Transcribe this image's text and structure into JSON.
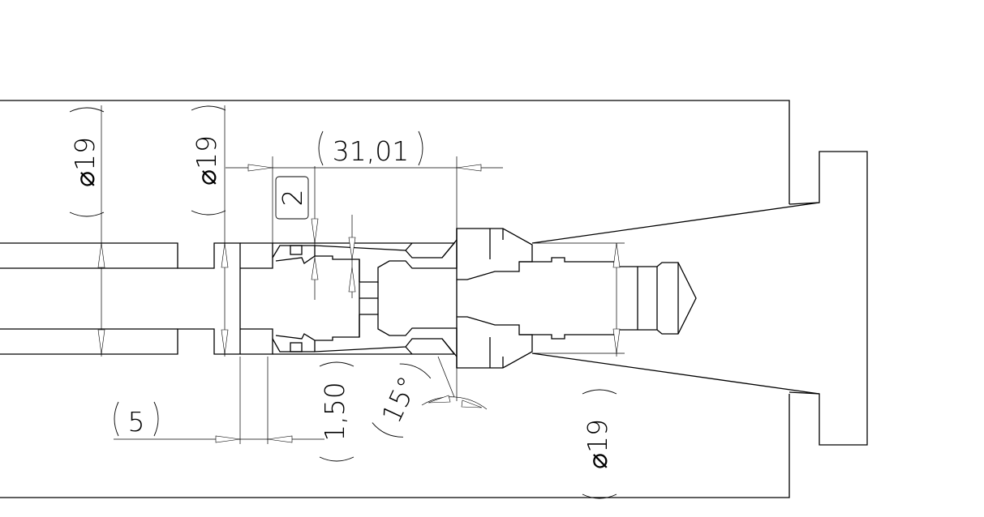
{
  "dimensions": {
    "dia_left": "⌀19",
    "dia_mid": "⌀19",
    "dia_right": "⌀19",
    "length_total": "31,01",
    "gap": "2",
    "offset": "5",
    "step": "1,50",
    "angle": "15°"
  },
  "colors": {
    "line": "#000000",
    "background": "#ffffff"
  }
}
